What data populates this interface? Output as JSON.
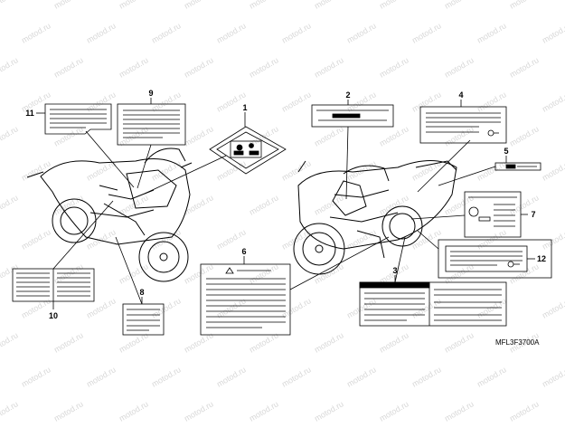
{
  "callouts": {
    "c1": "1",
    "c2": "2",
    "c3": "3",
    "c4": "4",
    "c5": "5",
    "c6": "6",
    "c7": "7",
    "c8": "8",
    "c9": "9",
    "c10": "10",
    "c11": "11",
    "c12": "12"
  },
  "diagram_code": "MFL3F3700A",
  "watermark": "motod.ru",
  "colors": {
    "line": "#000000",
    "watermark": "#d8d8d8",
    "background": "#ffffff"
  }
}
